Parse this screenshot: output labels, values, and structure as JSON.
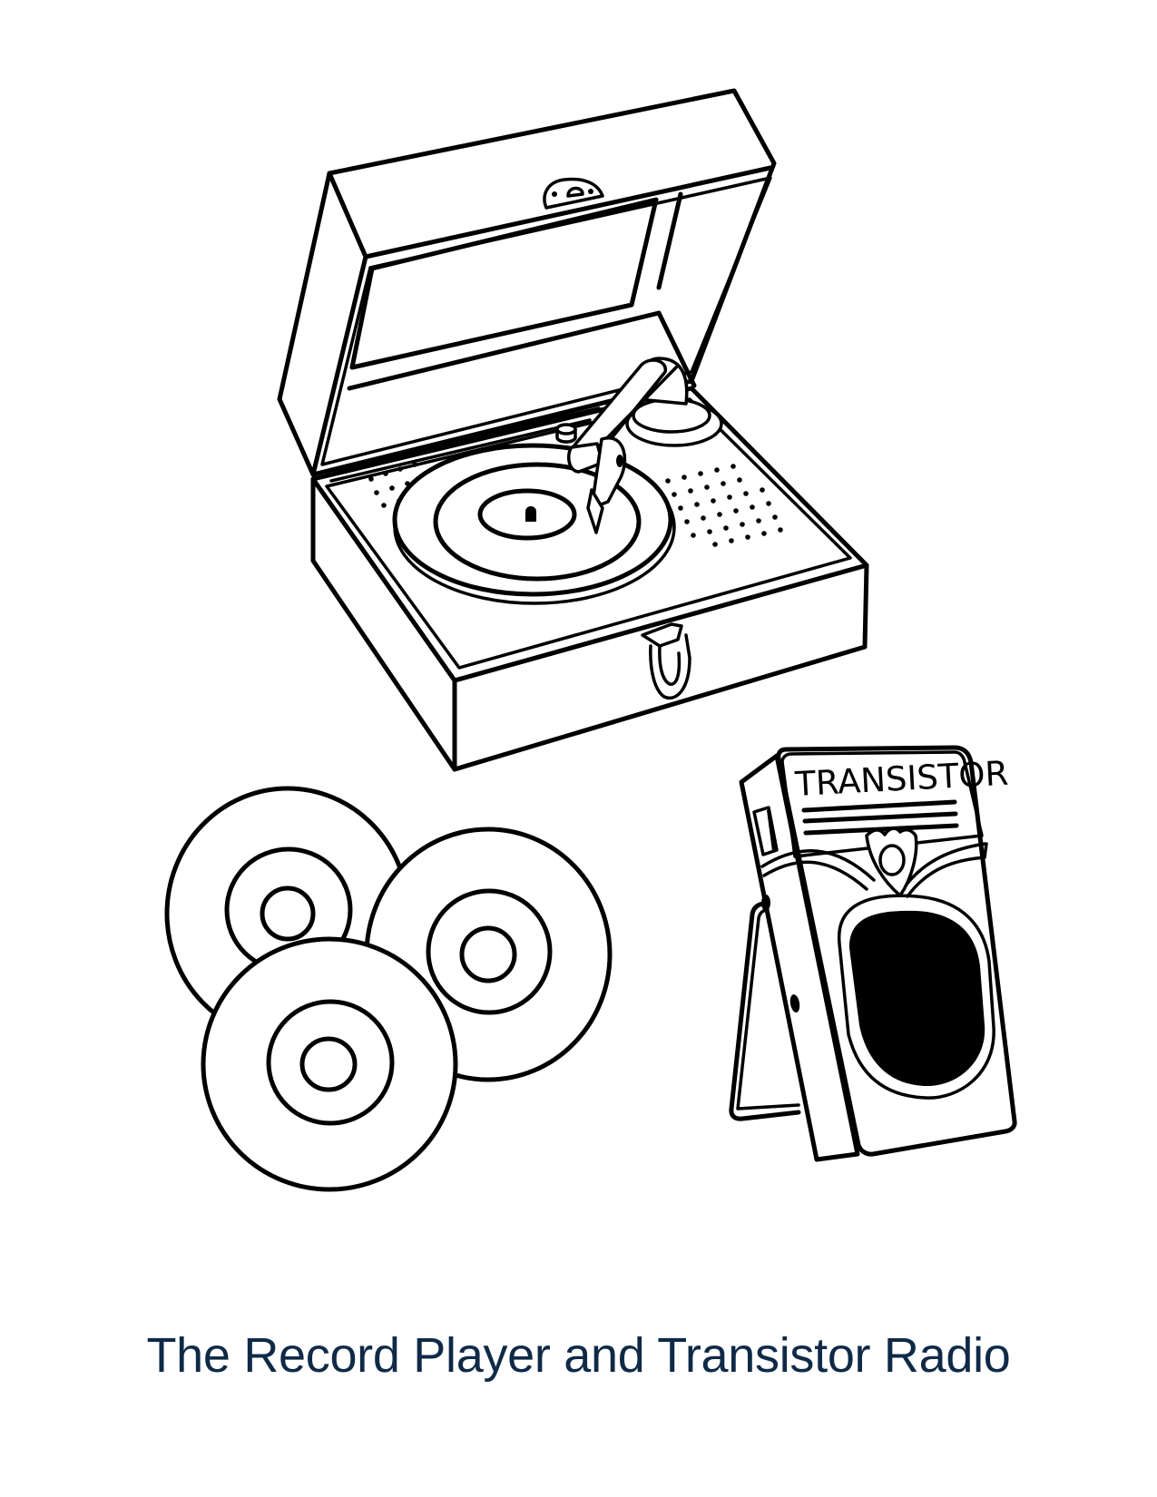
{
  "page": {
    "caption": "The Record Player and Transistor Radio",
    "caption_color": "#0f2a47",
    "background": "#ffffff"
  },
  "illustration": {
    "style": "black line-art coloring page",
    "objects": [
      {
        "name": "record-player",
        "description": "Open portable record player case with lid, turntable platter, tonearm, speaker grilles and front latch"
      },
      {
        "name": "vinyl-records",
        "description": "Three overlapping vinyl records, each with a label ring and center hole"
      },
      {
        "name": "transistor-radio",
        "description": "Portable transistor radio with wire kickstand, crest emblem and large speaker grille"
      }
    ],
    "radio_label": "TRANSISTOR"
  }
}
